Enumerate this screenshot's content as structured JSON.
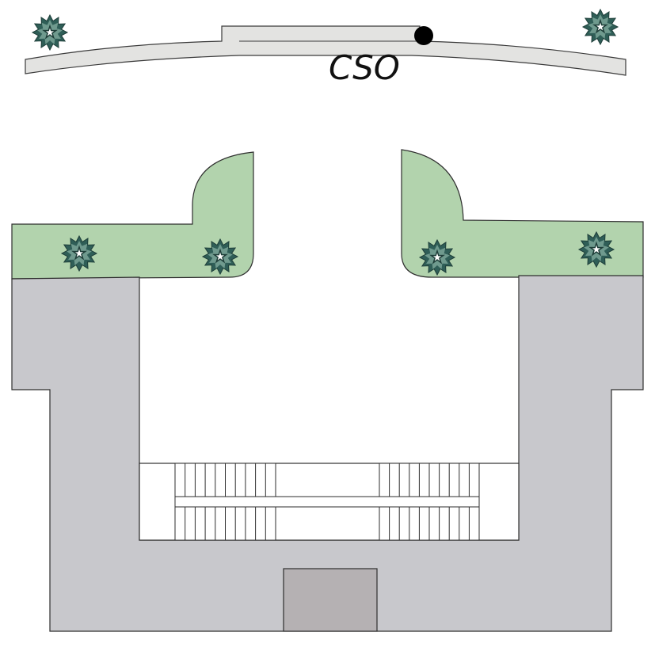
{
  "marker": {
    "label": "CSO",
    "dot_color": "#000000"
  },
  "colors": {
    "road": "#e3e3e1",
    "building": "#c8c8cc",
    "door": "#b5b1b3",
    "lawn": "#b2d3ad",
    "tree": "#2f5e57",
    "outline": "#2e2e2e"
  },
  "trees": [
    {
      "id": "tree-top-left"
    },
    {
      "id": "tree-top-right"
    },
    {
      "id": "tree-lawn-left-outer"
    },
    {
      "id": "tree-lawn-left-inner"
    },
    {
      "id": "tree-lawn-right-inner"
    },
    {
      "id": "tree-lawn-right-outer"
    }
  ],
  "stairs": {
    "flights": 4,
    "steps_per_flight": 10
  }
}
